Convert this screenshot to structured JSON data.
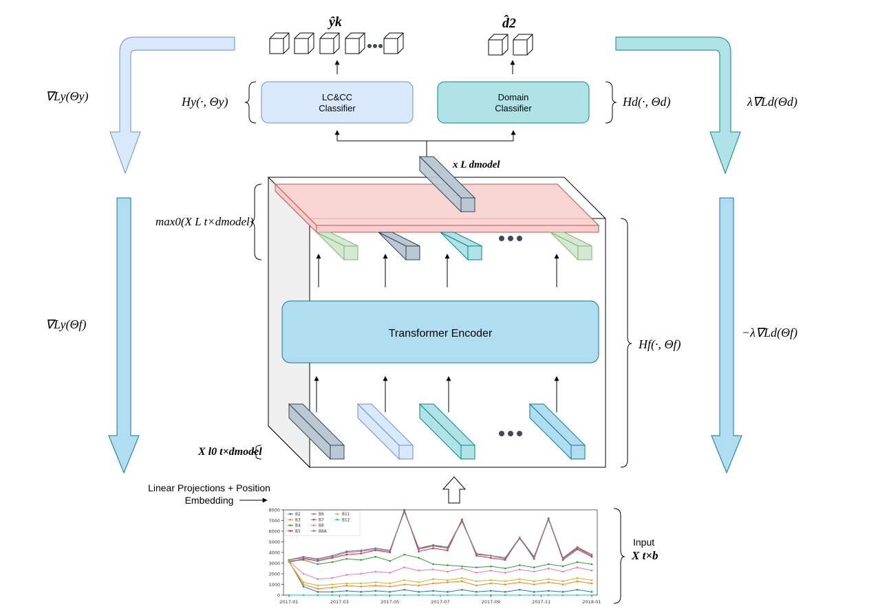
{
  "outputs": {
    "y_hat": "ŷk",
    "d_hat": "d̂2"
  },
  "classifiers": {
    "label": {
      "line1": "LC&CC",
      "line2": "Classifier",
      "color": "#dae8fc",
      "stroke": "#6c8ebf"
    },
    "domain": {
      "line1": "Domain",
      "line2": "Classifier",
      "color": "#b0e3e6",
      "stroke": "#0e8088"
    },
    "hy": "Hy(·, Θy)",
    "hd": "Hd(·, Θd)"
  },
  "encoder": {
    "title": "Transformer Encoder",
    "hf": "Hf(·, Θf)",
    "max_pool": "max0(X L t×dmodel)",
    "x_l": "x L dmodel",
    "x_l0": "X l0 t×dmodel",
    "color": "#b1ddf0",
    "stroke": "#10739e",
    "pool_color": "#f8cecc",
    "pool_stroke": "#b85450"
  },
  "gradients": {
    "grad_ly_theta_y": "∇Ly(Θy)",
    "grad_ly_theta_f": "∇Ly(Θf)",
    "lambda_grad_ld_theta_d": "λ∇Ld(Θd)",
    "neg_lambda_grad_ld_theta_f": "−λ∇Ld(Θf)",
    "left_color": "#dae8fc",
    "left_stroke": "#6c8ebf",
    "right_color": "#b0e3e6",
    "right_stroke": "#0e8088",
    "mid_color": "#b1ddf0",
    "mid_stroke": "#10739e"
  },
  "input": {
    "projection_label_line1": "Linear Projections + Position",
    "projection_label_line2": "Embedding",
    "input_label": "Input",
    "input_symbol": "X t×b"
  },
  "chart_data": {
    "type": "line",
    "x": [
      "2017-01",
      "2017-01",
      "2017-02",
      "2017-03",
      "2017-04",
      "2017-04",
      "2017-05",
      "2017-05",
      "2017-06",
      "2017-06",
      "2017-07",
      "2017-07",
      "2017-08",
      "2017-08",
      "2017-09",
      "2017-09",
      "2017-10",
      "2017-10",
      "2017-11",
      "2017-11",
      "2017-12",
      "2017-12"
    ],
    "xticks": [
      "2017-01",
      "2017-03",
      "2017-05",
      "2017-07",
      "2017-09",
      "2017-11",
      "2018-01"
    ],
    "yticks": [
      0,
      1000,
      2000,
      3000,
      4000,
      5000,
      6000,
      7000,
      8000
    ],
    "ylim": [
      0,
      8000
    ],
    "legend_position": "top-left",
    "series": [
      {
        "name": "B2",
        "color": "#1f77b4",
        "values": [
          3200,
          800,
          300,
          300,
          400,
          300,
          400,
          300,
          500,
          300,
          400,
          300,
          500,
          300,
          400,
          300,
          500,
          300,
          400,
          300,
          500,
          300
        ]
      },
      {
        "name": "B3",
        "color": "#ff7f0e",
        "values": [
          3100,
          1000,
          600,
          700,
          900,
          800,
          900,
          800,
          1000,
          900,
          1100,
          1200,
          1300,
          900,
          1100,
          1000,
          1200,
          1000,
          1200,
          1000,
          1300,
          1100
        ]
      },
      {
        "name": "B4",
        "color": "#2ca02c",
        "values": [
          3200,
          3300,
          2900,
          3100,
          3400,
          3300,
          3600,
          3200,
          3800,
          3500,
          2900,
          2800,
          2700,
          2600,
          2700,
          2500,
          2800,
          2600,
          2900,
          2700,
          3100,
          2900
        ]
      },
      {
        "name": "B5",
        "color": "#d62728",
        "values": [
          3100,
          3400,
          3200,
          3500,
          3800,
          3900,
          4200,
          4000,
          8000,
          4100,
          4400,
          4200,
          7100,
          3700,
          3500,
          3300,
          5400,
          3400,
          7200,
          3300,
          4300,
          3600
        ]
      },
      {
        "name": "B6",
        "color": "#9467bd",
        "values": [
          3300,
          3500,
          3300,
          3600,
          4000,
          4100,
          4300,
          4100,
          7900,
          4300,
          4600,
          4400,
          7000,
          3800,
          3700,
          3400,
          5300,
          3500,
          7100,
          3400,
          4400,
          3700
        ]
      },
      {
        "name": "B7",
        "color": "#8c564b",
        "values": [
          3300,
          3600,
          3400,
          3700,
          4100,
          4200,
          4400,
          4200,
          7900,
          4400,
          4700,
          4500,
          7000,
          3900,
          3700,
          3500,
          5400,
          3600,
          7200,
          3500,
          4500,
          3800
        ]
      },
      {
        "name": "B8",
        "color": "#e377c2",
        "values": [
          3200,
          2000,
          1500,
          1600,
          1900,
          2000,
          2200,
          2100,
          2600,
          2300,
          2400,
          2200,
          2500,
          2100,
          2300,
          2100,
          2400,
          2200,
          2500,
          2200,
          2600,
          2300
        ]
      },
      {
        "name": "B8A",
        "color": "#7f7f7f",
        "values": [
          3300,
          3600,
          3400,
          3700,
          4100,
          4200,
          4400,
          4200,
          7800,
          4400,
          4600,
          4500,
          6900,
          3900,
          3700,
          3500,
          5400,
          3600,
          7100,
          3500,
          4400,
          3800
        ]
      },
      {
        "name": "B11",
        "color": "#bcbd22",
        "values": [
          3100,
          1200,
          900,
          1000,
          1100,
          1100,
          1200,
          1100,
          1400,
          1200,
          1500,
          1400,
          1600,
          1300,
          1400,
          1300,
          1500,
          1300,
          1500,
          1300,
          1600,
          1400
        ]
      },
      {
        "name": "B12",
        "color": "#17becf",
        "values": [
          0,
          0,
          0,
          0,
          0,
          0,
          0,
          0,
          0,
          0,
          0,
          0,
          0,
          0,
          0,
          0,
          0,
          0,
          0,
          0,
          0,
          0
        ]
      }
    ]
  }
}
